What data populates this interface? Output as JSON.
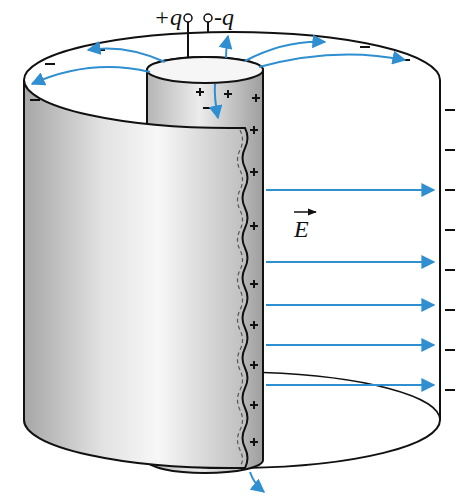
{
  "diagram": {
    "labels": [
      "+q",
      "-q",
      "E"
    ]
  }
}
